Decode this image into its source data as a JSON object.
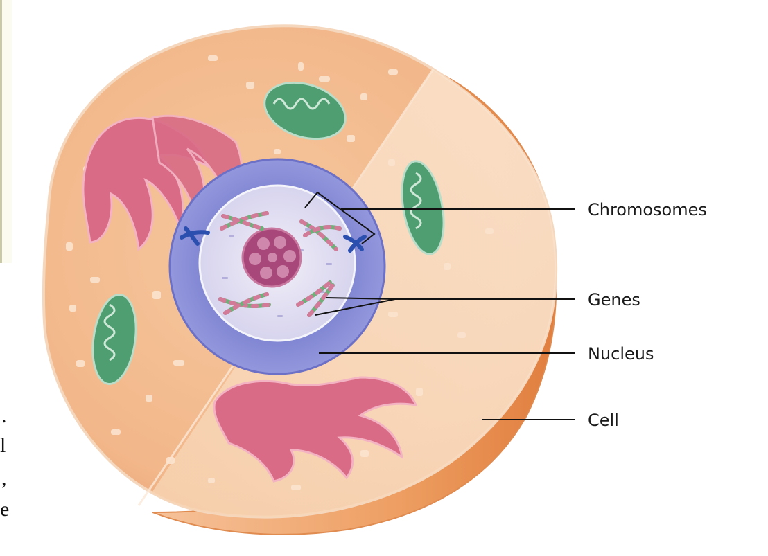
{
  "diagram": {
    "labels": {
      "chromosomes": "Chromosomes",
      "genes": "Genes",
      "nucleus": "Nucleus",
      "cell": "Cell"
    },
    "margin_fragments": [
      ".",
      "l",
      ",",
      "e"
    ]
  },
  "colors": {
    "cytoplasm": "#f2b98a",
    "cytoplasm_cut": "#f8d8b8",
    "cell_wall_outer": "#e68a4a",
    "nucleus_envelope": "#8b8fd6",
    "nucleoplasm": "#e4e0f2",
    "nucleolus": "#a8487a",
    "golgi": "#d96b86",
    "mitochondria": "#4f9e72",
    "chromosome_blue": "#2b4fae",
    "leader_line": "#111111"
  }
}
